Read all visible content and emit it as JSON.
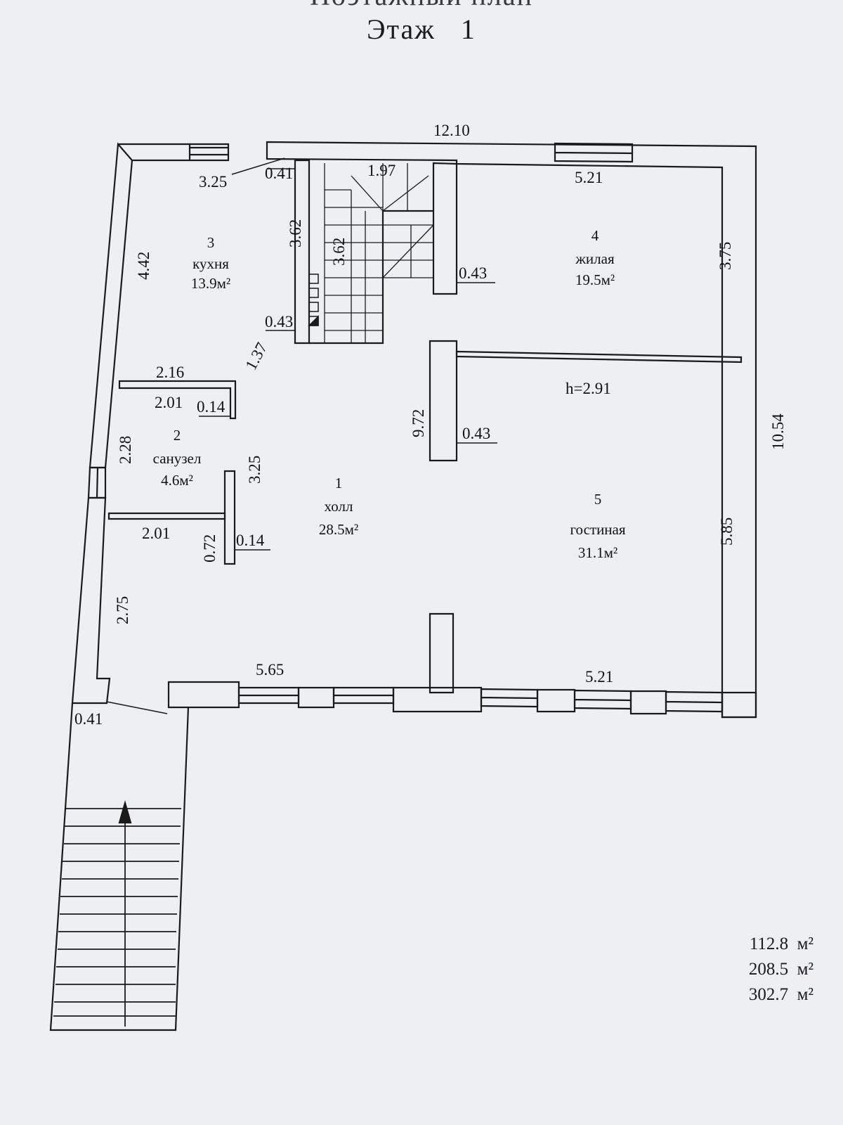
{
  "header": {
    "cut_title": "Поэтажный план",
    "floor_label": "Этаж",
    "floor_number": "1"
  },
  "dimensions": {
    "overall_width": "12.10",
    "overall_depth": "10.54",
    "kitchen_width": "3.25",
    "kitchen_depth": "4.42",
    "wall_top_left": "0.41",
    "stair_width": "1.97",
    "stair_length": "3.62",
    "kitchen_wall_length": "3.62",
    "stair_wall": "0.43",
    "kitchen_door": "0.43",
    "diagonal": "1.37",
    "bathroom_width_top": "2.16",
    "bathroom_width_inner": "2.01",
    "bathroom_wall": "0.14",
    "bathroom_depth": "2.28",
    "bathroom_wall_length": "3.25",
    "bathroom_width_bottom": "2.01",
    "bathroom_stub": "0.72",
    "bathroom_stub_wall": "0.14",
    "entrance_depth": "2.75",
    "entrance_wall": "0.41",
    "front_left_width": "5.65",
    "front_right_width": "5.21",
    "bedroom_width": "5.21",
    "bedroom_depth": "3.75",
    "bedroom_wall": "0.43",
    "central_wall_length": "9.72",
    "central_wall": "0.43",
    "ceiling_height": "h=2.91",
    "living_depth": "5.85"
  },
  "rooms": [
    {
      "number": "1",
      "name": "холл",
      "area": "28.5м²"
    },
    {
      "number": "2",
      "name": "санузел",
      "area": "4.6м²"
    },
    {
      "number": "3",
      "name": "кухня",
      "area": "13.9м²"
    },
    {
      "number": "4",
      "name": "жилая",
      "area": "19.5м²"
    },
    {
      "number": "5",
      "name": "гостиная",
      "area": "31.1м²"
    }
  ],
  "totals": [
    {
      "value": "112.8",
      "unit": "м²"
    },
    {
      "value": "208.5",
      "unit": "м²"
    },
    {
      "value": "302.7",
      "unit": "м²"
    }
  ],
  "colors": {
    "paper": "#eeeff2",
    "ink": "#1a1a1a"
  }
}
